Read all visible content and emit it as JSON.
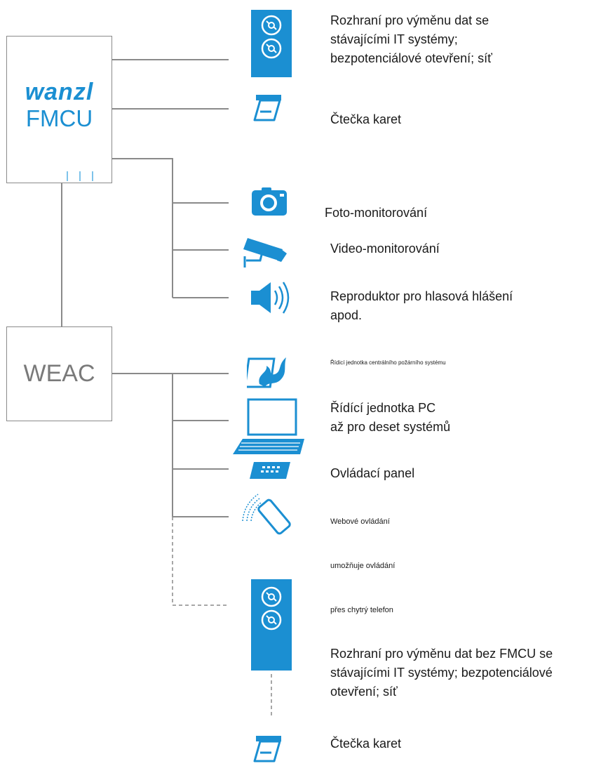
{
  "fmcu": {
    "brand": "wanzl",
    "name": "FMCU"
  },
  "weac": {
    "name": "WEAC"
  },
  "items": [
    {
      "icon": "disc-drives-icon",
      "lines": [
        "Rozhraní pro výměnu dat se",
        "stávajícími IT systémy;",
        "bezpotenciálové otevření; síť"
      ]
    },
    {
      "icon": "card-reader-icon",
      "lines": [
        "Čtečka karet"
      ]
    },
    {
      "icon": "camera-icon",
      "lines": [
        "Foto-monitorování"
      ]
    },
    {
      "icon": "cctv-camera-icon",
      "lines": [
        "Video-monitorování"
      ]
    },
    {
      "icon": "speaker-icon",
      "lines": [
        "Reproduktor pro hlasová hlášení",
        "apod."
      ]
    },
    {
      "icon": "fire-control-icon",
      "lines": [
        "Řídicí jednotka centrálního požárního systému"
      ]
    },
    {
      "icon": "computer-icon",
      "lines": [
        "Řídící jednotka PC",
        "až pro deset systémů"
      ]
    },
    {
      "icon": "keypad-icon",
      "lines": [
        "Ovládací panel"
      ]
    },
    {
      "icon": "smartphone-icon",
      "lines": [
        "Webové ovládání"
      ]
    },
    {
      "icon": "",
      "lines": [
        "umožňuje ovládání"
      ]
    },
    {
      "icon": "",
      "lines": [
        "přes chytrý telefon"
      ]
    },
    {
      "icon": "disc-drives-icon",
      "lines": [
        "Rozhraní pro výměnu dat bez FMCU se",
        "stávajícími IT systémy; bezpotenciálové",
        "otevření; síť"
      ]
    },
    {
      "icon": "card-reader-icon",
      "lines": [
        "Čtečka karet"
      ]
    }
  ],
  "colors": {
    "accent": "#1b8fd2",
    "line": "#8a8a8a"
  }
}
